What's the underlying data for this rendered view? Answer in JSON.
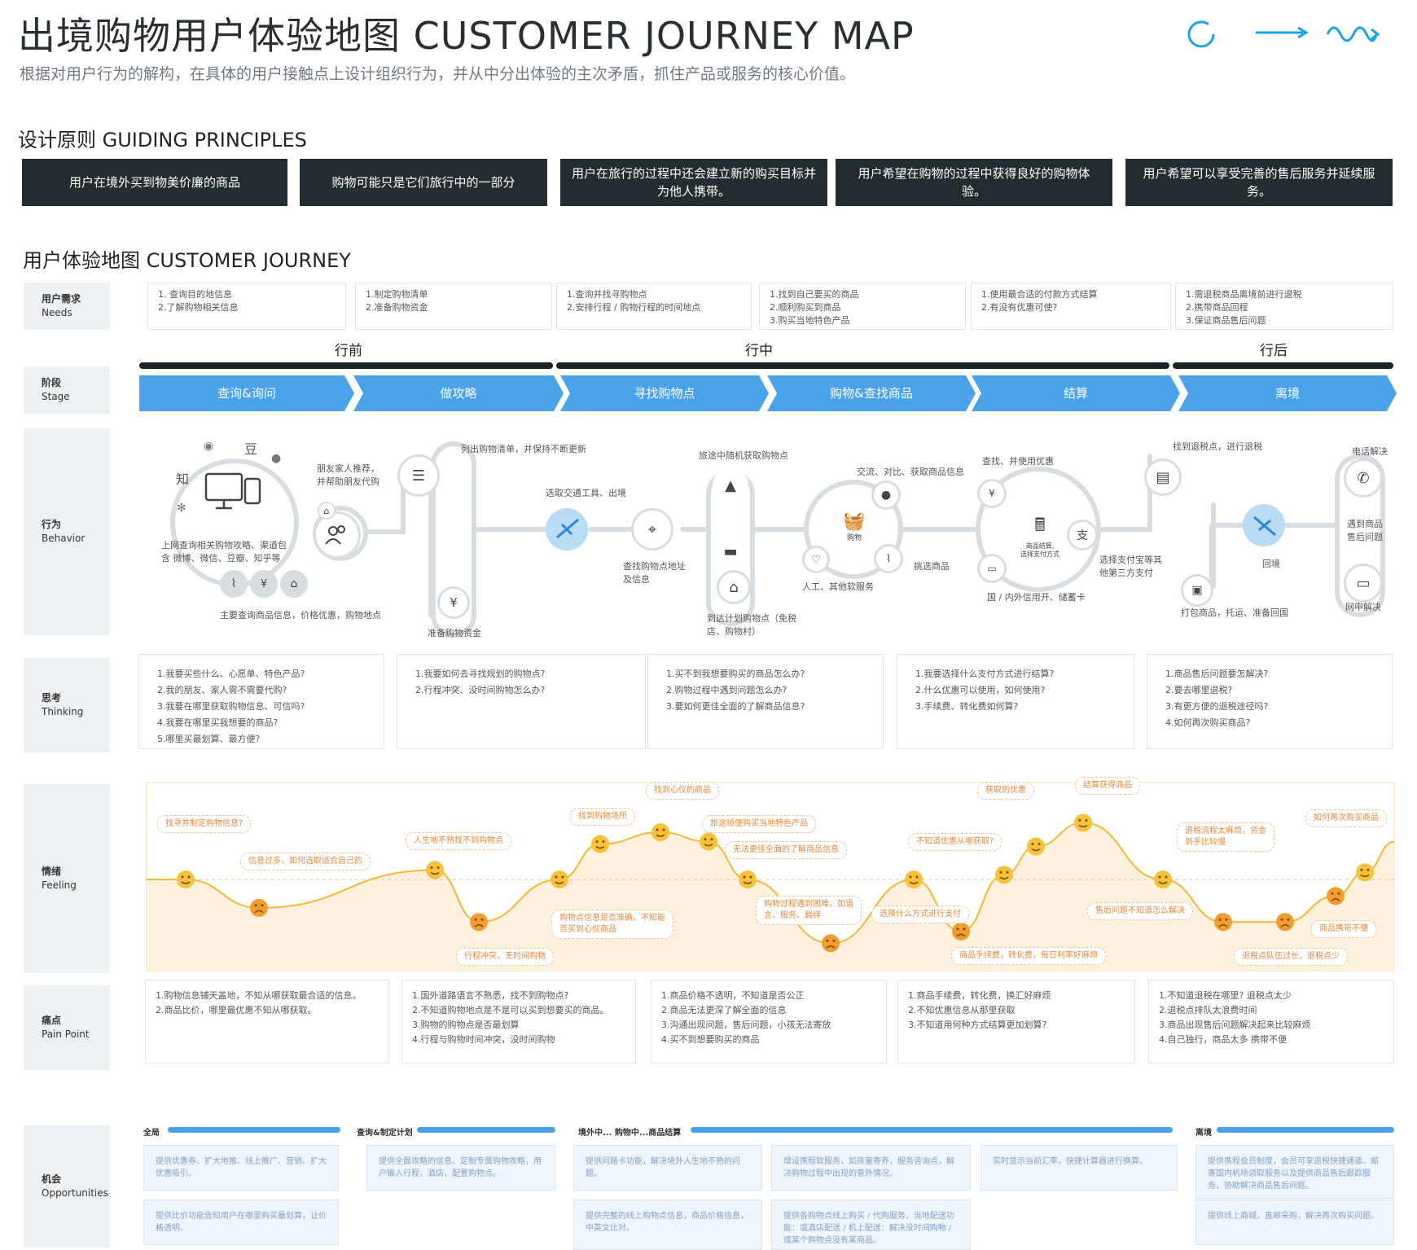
{
  "header": {
    "title": "出境购物用户体验地图  CUSTOMER  JOURNEY  MAP",
    "subtitle": "根据对用户行为的解构，在具体的用户接触点上设计组织行为，并从中分出体验的主次矛盾，抓住产品或服务的核心价值。"
  },
  "principles": {
    "heading": "设计原则   GUIDING PRINCIPLES",
    "items": [
      "用户在境外买到物美价廉的商品",
      "购物可能只是它们旅行中的一部分",
      "用户在旅行的过程中还会建立新的购买目标并为他人携带。",
      "用户希望在购物的过程中获得良好的购物体验。",
      "用户希望可以享受完善的售后服务并延续服务。"
    ]
  },
  "journey": {
    "heading": "用户体验地图   CUSTOMER   JOURNEY"
  },
  "rows": {
    "needs": {
      "zh": "用户需求",
      "en": "Needs"
    },
    "stage": {
      "zh": "阶段",
      "en": "Stage"
    },
    "behavior": {
      "zh": "行为",
      "en": "Behavior"
    },
    "thinking": {
      "zh": "思考",
      "en": "Thinking"
    },
    "feeling": {
      "zh": "情绪",
      "en": "Feeling"
    },
    "pain": {
      "zh": "痛点",
      "en": "Pain Point"
    },
    "opp": {
      "zh": "机会",
      "en": "Opportunities"
    }
  },
  "needs": [
    [
      "1. 查询目的地信息",
      "2.了解购物相关信息"
    ],
    [
      "1.制定购物清单",
      "2.准备购物资金"
    ],
    [
      "1.查询并找寻购物点",
      "2.安排行程 / 购物行程的时间地点"
    ],
    [
      "1.找到自己要买的商品",
      "2.顺利购买到商品",
      "3.购买当地特色产品"
    ],
    [
      "1.使用最合适的付款方式结算",
      "2.有没有优惠可使?"
    ],
    [
      "1.需退税商品离境前进行退税",
      "2.携带商品回程",
      "3.保证商品售后问题"
    ]
  ],
  "phases": [
    "行前",
    "行中",
    "行后"
  ],
  "stages": [
    "查询&询问",
    "做攻略",
    "寻找购物点",
    "购物&查找商品",
    "结算",
    "离境"
  ],
  "behavior": {
    "notes": [
      "朋友家人推荐，\n并帮助朋友代购",
      "上网查询相关购物攻略、渠道包\n含 微博、微信、豆瓣、知乎等",
      "主要查询商品信息，价格优惠，购物地点",
      "列出购物清单，并保持不断更新",
      "准备购物资金",
      "选取交通工具、出境",
      "查找购物点地址\n及信息",
      "旅途中随机获取购物点",
      "到达计划购物点（免税\n店、购物村）",
      "交流、对比、获取商品信息",
      "人工、其他软服务",
      "挑选商品",
      "查找、并使用优惠",
      "国 / 内外信用开、储蓄卡",
      "选择支付宝等其\n他第三方支付",
      "找到退税点，进行退税",
      "打包商品，托运、准备回国",
      "回境",
      "电话解决",
      "遇到商品\n售后问题",
      "网申解决"
    ],
    "icon_text": {
      "zhi": "知",
      "dou": "豆",
      "gouwu": "购物",
      "checkout": "商品结算,\n选择支付方式"
    }
  },
  "thinking": [
    [
      "1.我要买些什么、心愿单、特色产品?",
      "2.我的朋友、家人需不需要代购?",
      "3.我要在哪里获取购物信息、可信吗?",
      "4.我要在哪里买我想要的商品?",
      "5.哪里买最划算、最方便?"
    ],
    [
      "1.我要如何去寻找规划的购物点?",
      "2.行程冲突、没时间购物怎么办?"
    ],
    [
      "1.买不到我想要购买的商品怎么办?",
      "2.购物过程中遇到问题怎么办?",
      "3.要如何更佳全面的了解商品信息?"
    ],
    [
      "1.我要选择什么支付方式进行结算?",
      "2.什么优惠可以使用，如何使用?",
      "3.手续费、转化费如何算?"
    ],
    [
      "1.商品售后问题要怎解决?",
      "2.要去哪里退税?",
      "3.有更方便的退税途径吗?",
      "4.如何再次购买商品?"
    ]
  ],
  "feeling": {
    "notes": [
      "找寻并制定购物信息?",
      "信息过多，如何选取适合自己的",
      "人生地不熟找不到购物点",
      "行程冲突，无时间购物",
      "购物点信息是否准确，不知能\n否买到心仪商品",
      "找到购物场所",
      "找到心仪的商品",
      "旅途顺便购买当地特色产品",
      "无法更佳全面的了解商品信息",
      "购物过程遇到困难，如语\n言、服务、羁绊",
      "不知道优惠从哪获取?",
      "选择什么方式进行支付",
      "获取的优惠",
      "商品手续费，转化费，每日利率好麻烦",
      "结算获得商品",
      "售后问题不知道怎么解决",
      "退税流程太麻烦，资金\n到手比较慢",
      "退税点队伍过长，退税点少",
      "商品携带不便",
      "如何再次购买商品"
    ],
    "curve_y": [
      {
        "x": 0,
        "y": 0
      },
      {
        "x": 1,
        "y": -0.6
      },
      {
        "x": 2,
        "y": 0.2
      },
      {
        "x": 3,
        "y": -0.9
      },
      {
        "x": 4,
        "y": 0.0
      },
      {
        "x": 5,
        "y": 0.75
      },
      {
        "x": 6,
        "y": 1.0
      },
      {
        "x": 7,
        "y": 0.8
      },
      {
        "x": 8,
        "y": 0.0
      },
      {
        "x": 9,
        "y": -1.35
      },
      {
        "x": 10,
        "y": 0.0
      },
      {
        "x": 11,
        "y": -1.1
      },
      {
        "x": 12,
        "y": 0.1
      },
      {
        "x": 13,
        "y": 0.7
      },
      {
        "x": 14,
        "y": 1.2
      },
      {
        "x": 15,
        "y": 0.0
      },
      {
        "x": 16,
        "y": -0.9
      },
      {
        "x": 17,
        "y": -0.9
      },
      {
        "x": 18,
        "y": -0.35
      },
      {
        "x": 19,
        "y": 0.15
      }
    ]
  },
  "pain": [
    [
      "1.购物信息铺天盖地，不知从哪获取最合适的信息。",
      "2.商品比价，哪里最优惠不知从哪获取。"
    ],
    [
      "1.国外道路语言不熟悉，找不到购物点?",
      "2.不知道购物地点是不是可以买到想要买的商品。",
      "3.购物的购物点是否最划算",
      "4.行程与购物时间冲突，没时间购物"
    ],
    [
      "1.商品价格不透明，不知道是否公正",
      "2.商品无法更深了解全面的信息",
      "3.沟通出现问题，售后问题，小孩无法寄放",
      "4.买不到想要购买的商品"
    ],
    [
      "1.商品手续费，转化费，换汇好麻烦",
      "2.不知优惠信息从那里获取",
      "3.不知道用何种方式结算更加划算?"
    ],
    [
      "1.不知道退税在哪里? 退税点太少",
      "2.退税点排队太浪费时间",
      "3.商品出现售后问题解决起来比较麻烦",
      "4.自己独行，商品太多 携带不便"
    ]
  ],
  "opportunities": {
    "groups": [
      "全局",
      "查询&制定计划",
      "境外中... 购物中...商品结算",
      "离境"
    ],
    "cards": [
      "提供优惠券、扩大地推、线上推广、营销、扩大优惠吸引。",
      "提供比价功能告知用户在哪里购买最划算，让价格透明。",
      "提供全面攻略的信息、定制专属购物攻略，用户输入行程，酒店，配置购物点。",
      "提供问路卡功能，解决境外人生地不熟的问题。",
      "提供完整的线上购物点信息，商品价格信息，中英文比对。",
      "增设携程软服务，如孩童寄养，服务咨询点，解决购物过程中出现的意外情况。",
      "提供各购物点线上购买 / 代购服务，当地配送功能：或酒店配送 / 机上配送：解决没时间购物 / 或某个购物点没有某商品。",
      "实时显示当前汇率，快捷计算器进行换算。",
      "提供携程会员制度，会员可享退税快捷通道、邮寄国内机场领取服务以及提供商品售后跟踪服务，协助解决商品售后问题。",
      "提供线上商城，直邮采购，解决再次购买问题。"
    ]
  },
  "colors": {
    "dark": "#232c31",
    "stage_blue": "#4aa3e9",
    "feeling_fill": "#fdf0dc",
    "feeling_line": "#f5b833",
    "accent": "#1aa3e8"
  }
}
